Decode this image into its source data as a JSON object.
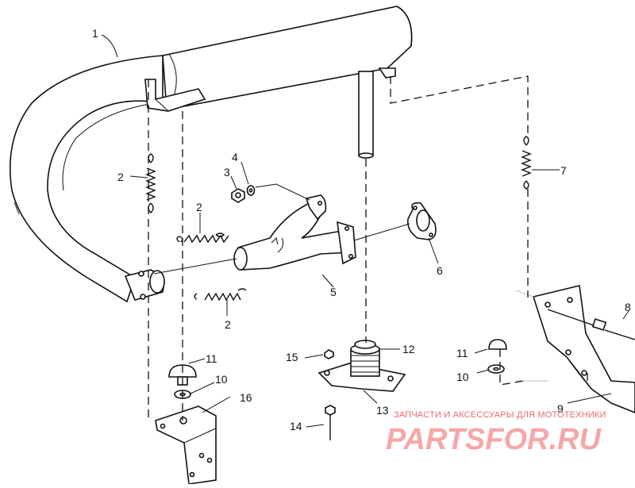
{
  "diagram": {
    "callouts": [
      "1",
      "2",
      "2",
      "2",
      "3",
      "4",
      "5",
      "6",
      "7",
      "8",
      "9",
      "10",
      "10",
      "11",
      "11",
      "12",
      "13",
      "14",
      "15",
      "16"
    ]
  },
  "watermark": {
    "tagline": "ЗАПЧАСТИ И АКСЕССУАРЫ ДЛЯ МОТОТЕХНИКИ",
    "logo": "PARTSFOR.RU",
    "color": "#e86a6a"
  }
}
